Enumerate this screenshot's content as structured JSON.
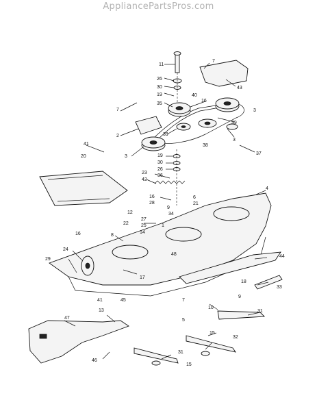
{
  "site": {
    "banner": "AppliancePartsPros.com"
  },
  "callouts": [
    {
      "id": "c11",
      "text": "11"
    },
    {
      "id": "c7a",
      "text": "7"
    },
    {
      "id": "c26a",
      "text": "26"
    },
    {
      "id": "c30a",
      "text": "30"
    },
    {
      "id": "c19a",
      "text": "19"
    },
    {
      "id": "c40",
      "text": "40"
    },
    {
      "id": "c43",
      "text": "43"
    },
    {
      "id": "c16a",
      "text": "16"
    },
    {
      "id": "c35",
      "text": "35"
    },
    {
      "id": "c7b",
      "text": "7"
    },
    {
      "id": "c3a",
      "text": "3"
    },
    {
      "id": "c2",
      "text": "2"
    },
    {
      "id": "c39a",
      "text": "39"
    },
    {
      "id": "c39b",
      "text": "39"
    },
    {
      "id": "c38",
      "text": "38"
    },
    {
      "id": "c3b",
      "text": "3"
    },
    {
      "id": "c3c",
      "text": "3"
    },
    {
      "id": "c37",
      "text": "37"
    },
    {
      "id": "c41a",
      "text": "41"
    },
    {
      "id": "c20",
      "text": "20"
    },
    {
      "id": "c19b",
      "text": "19"
    },
    {
      "id": "c30b",
      "text": "30"
    },
    {
      "id": "c26b",
      "text": "26"
    },
    {
      "id": "c23",
      "text": "23"
    },
    {
      "id": "c36",
      "text": "36"
    },
    {
      "id": "c42",
      "text": "42"
    },
    {
      "id": "c4",
      "text": "4"
    },
    {
      "id": "c16b",
      "text": "16"
    },
    {
      "id": "c28",
      "text": "28"
    },
    {
      "id": "c6",
      "text": "6"
    },
    {
      "id": "c21",
      "text": "21"
    },
    {
      "id": "c9a",
      "text": "9"
    },
    {
      "id": "c34",
      "text": "34"
    },
    {
      "id": "c12",
      "text": "12"
    },
    {
      "id": "c27",
      "text": "27"
    },
    {
      "id": "c22",
      "text": "22"
    },
    {
      "id": "c25",
      "text": "25"
    },
    {
      "id": "c1",
      "text": "1"
    },
    {
      "id": "c14",
      "text": "14"
    },
    {
      "id": "c8",
      "text": "8"
    },
    {
      "id": "c16c",
      "text": "16"
    },
    {
      "id": "c24",
      "text": "24"
    },
    {
      "id": "c29",
      "text": "29"
    },
    {
      "id": "c48",
      "text": "48"
    },
    {
      "id": "c17",
      "text": "17"
    },
    {
      "id": "c44",
      "text": "44"
    },
    {
      "id": "c45",
      "text": "45"
    },
    {
      "id": "c7c",
      "text": "7"
    },
    {
      "id": "c18",
      "text": "18"
    },
    {
      "id": "c33",
      "text": "33"
    },
    {
      "id": "c9b",
      "text": "9"
    },
    {
      "id": "c10",
      "text": "10"
    },
    {
      "id": "c41b",
      "text": "41"
    },
    {
      "id": "c13",
      "text": "13"
    },
    {
      "id": "c5",
      "text": "5"
    },
    {
      "id": "c31a",
      "text": "31"
    },
    {
      "id": "c47",
      "text": "47"
    },
    {
      "id": "c15a",
      "text": "15"
    },
    {
      "id": "c32",
      "text": "32"
    },
    {
      "id": "c46",
      "text": "46"
    },
    {
      "id": "c31b",
      "text": "31"
    },
    {
      "id": "c15b",
      "text": "15"
    }
  ]
}
